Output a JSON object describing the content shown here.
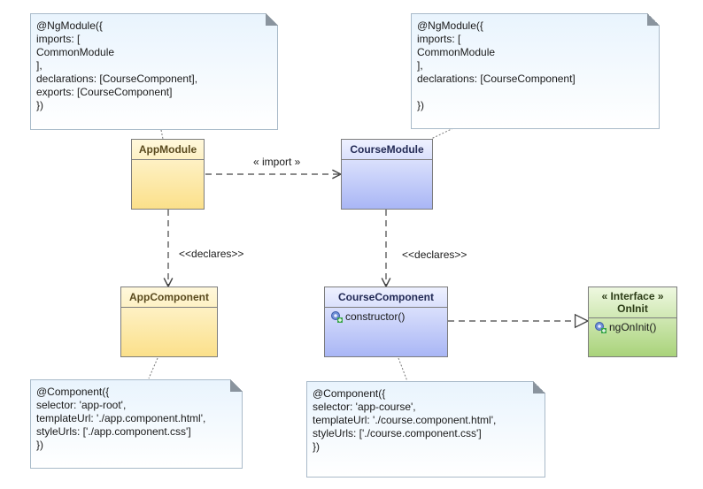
{
  "notes": {
    "app_module": [
      "@NgModule({",
      "imports: [",
      "CommonModule",
      "],",
      "declarations: [CourseComponent],",
      "exports: [CourseComponent]",
      "})"
    ],
    "course_module": [
      "@NgModule({",
      "imports: [",
      "CommonModule",
      "],",
      "declarations: [CourseComponent]",
      "",
      "})"
    ],
    "app_component": [
      "@Component({",
      "selector: 'app-root',",
      "templateUrl: './app.component.html',",
      "styleUrls: ['./app.component.css']",
      "})"
    ],
    "course_component": [
      "@Component({",
      "selector: 'app-course',",
      "templateUrl: './course.component.html',",
      "styleUrls: ['./course.component.css']",
      "})"
    ]
  },
  "classes": {
    "app_module": "AppModule",
    "course_module": "CourseModule",
    "app_component": "AppComponent",
    "course_component": "CourseComponent",
    "course_component_op": "constructor()",
    "oninit_stereotype": "« Interface »",
    "oninit_name": "OnInit",
    "oninit_op": "ngOnInit()"
  },
  "relations": {
    "import_label": "« import »",
    "declares_left": "<<declares>>",
    "declares_right": "<<declares>>"
  },
  "colors": {
    "module_fill": "#fbe08a",
    "course_fill": "#a9b6f5",
    "interface_fill": "#a9d37a",
    "note_fill": "#e9f4fd"
  }
}
